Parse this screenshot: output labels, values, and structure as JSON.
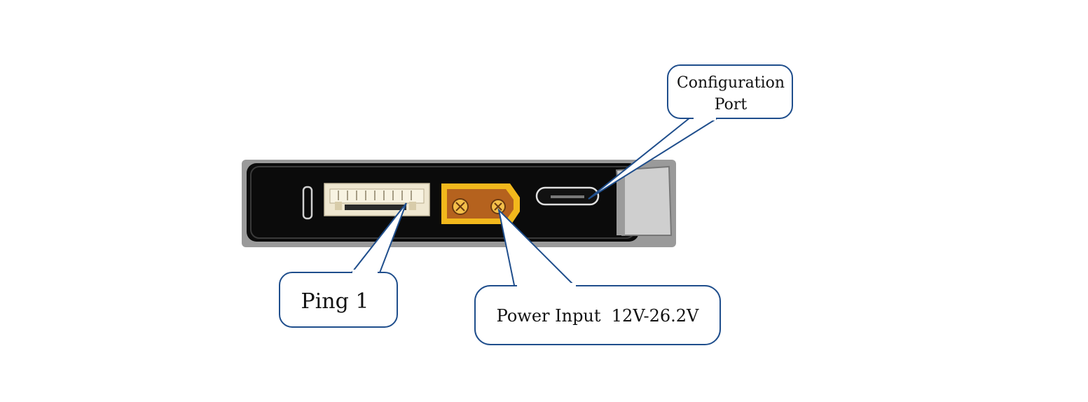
{
  "callouts": {
    "configuration_port": {
      "line1": "Configuration",
      "line2": "Port"
    },
    "ping1": {
      "label": "Ping 1"
    },
    "power_input": {
      "label": "Power Input  12V-26.2V"
    }
  },
  "colors": {
    "callout_border": "#1f4e8c",
    "device_body": "#0b0b0b",
    "device_frame": "#8c8c8c",
    "connector_ivory": "#f2ebd6",
    "xt_connector_yellow": "#f2b81c",
    "xt_connector_brown": "#b5621e",
    "side_panel": "#c9c9c9"
  }
}
